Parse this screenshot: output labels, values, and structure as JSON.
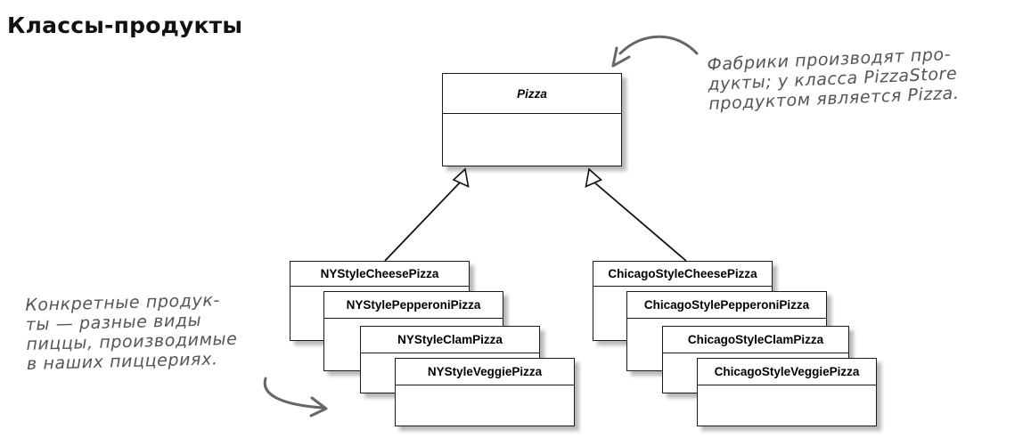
{
  "title": "Классы-продукты",
  "notes": {
    "top": [
      "Фабрики производят про-",
      "дукты; у класса PizzaStore",
      "продуктом является Pizza."
    ],
    "left": [
      "Конкретные продук-",
      "ты — разные виды",
      "пиццы, производимые",
      "в наших пиццериях."
    ]
  },
  "classes": {
    "pizza": "Pizza",
    "ny": [
      "NYStyleCheesePizza",
      "NYStylePepperoniPizza",
      "NYStyleClamPizza",
      "NYStyleVeggiePizza"
    ],
    "chicago": [
      "ChicagoStyleCheesePizza",
      "ChicagoStylePepperoniPizza",
      "ChicagoStyleClamPizza",
      "ChicagoStyleVeggiePizza"
    ]
  }
}
